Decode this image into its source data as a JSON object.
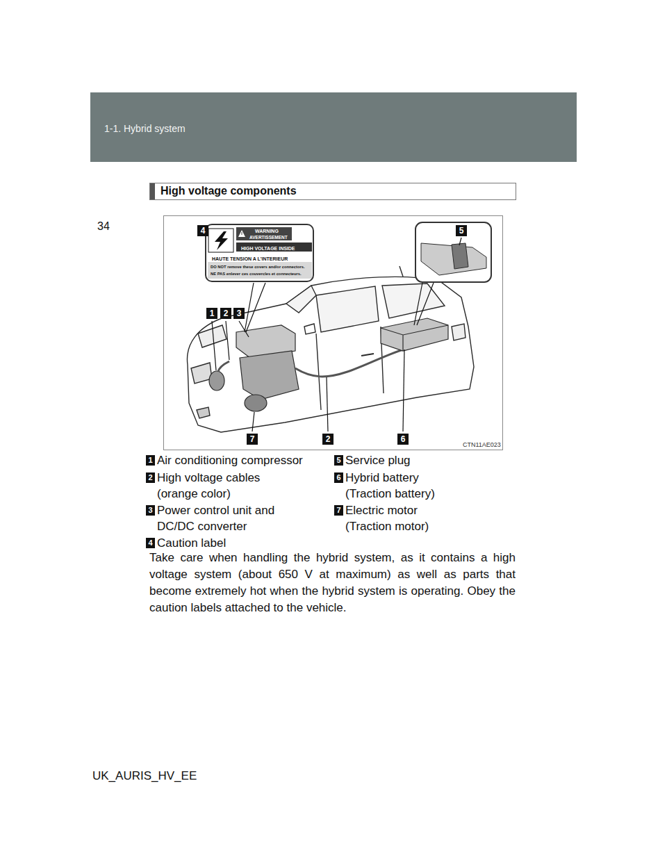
{
  "diagram": {
    "title": "High voltage components",
    "nodes": [
      {
        "text": [
          "WARNING",
          "AVERTISSEMENT",
          "HIGH VOLTAGE INSIDE",
          "HAUTE TENSION A L'INTERIEUR",
          "DO NOT remove these covers and/or connectors.",
          "NE PAS enlever ces couvercles et connecteurs."
        ]
      }
    ],
    "labels": [
      "1-1. Hybrid system",
      "4",
      "5",
      "1",
      "2",
      "3",
      "7",
      "2",
      "6",
      "CTN11AE023",
      "1",
      "Air conditioning compressor",
      "2",
      "High voltage cables (orange color)",
      "3",
      "Power control unit and DC/DC converter",
      "4",
      "Caution label",
      "5",
      "Service plug",
      "6",
      "Hybrid battery (Traction battery)",
      "7",
      "Electric motor (Traction motor)",
      "Take care when handling the hybrid system, as it contains a high voltage system (about 650 V at maximum) as well as parts that become extremely hot when the hybrid system is operating. Obey the caution labels attached to the vehicle.",
      "34",
      "UK_AURIS_HV_EE"
    ]
  }
}
